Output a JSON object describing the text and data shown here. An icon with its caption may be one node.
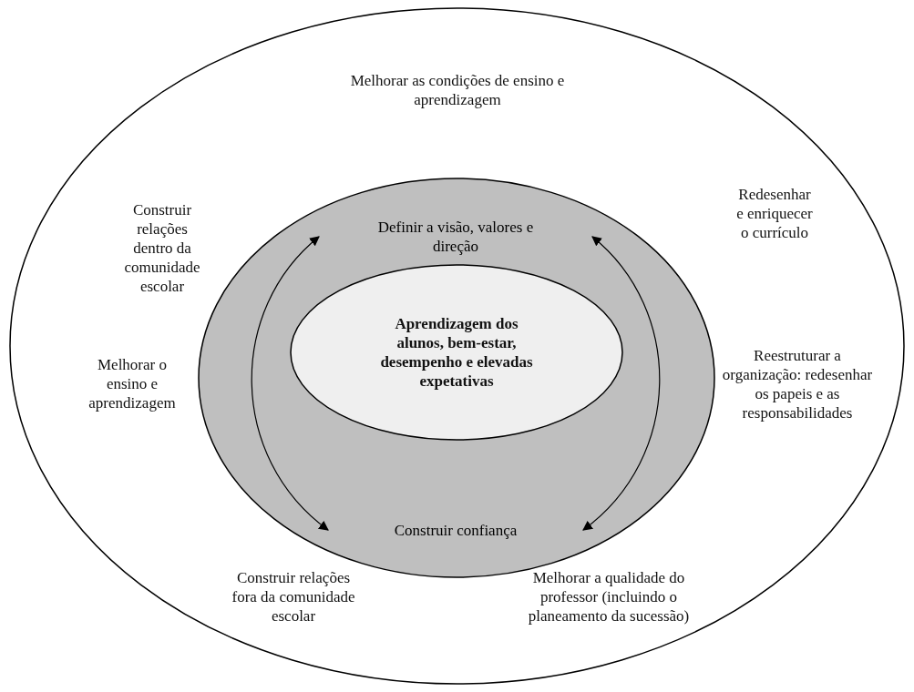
{
  "diagram": {
    "nodes": [
      {
        "text": [
          "Melhorar as condições de ensino e aprendizagem",
          "Construir relações dentro da comunidade escolar",
          "Redesenhar e enriquecer o currículo",
          "Melhorar o ensino e aprendizagem",
          "Reestruturar a organização: redesenhar os papeis e as responsabilidades",
          "Construir relações fora da comunidade escolar",
          "Melhorar a qualidade do professor (incluindo o planeamento da sucessão)"
        ]
      },
      {
        "text": [],
        "shape": "ellipse",
        "in": 0
      },
      {
        "text": [
          "Definir a visão, valores e direção"
        ],
        "in": 1
      },
      {
        "text": [
          "Aprendizagem dos alunos, bem-estar, desempenho e elevadas expetativas"
        ],
        "in": 1
      },
      {
        "text": [
          "Construir confiança"
        ],
        "in": 1
      }
    ],
    "edges": [
      {
        "from": 2,
        "to": 4,
        "arrow": "both"
      },
      {
        "from": 2,
        "to": 4,
        "arrow": "both"
      }
    ]
  }
}
